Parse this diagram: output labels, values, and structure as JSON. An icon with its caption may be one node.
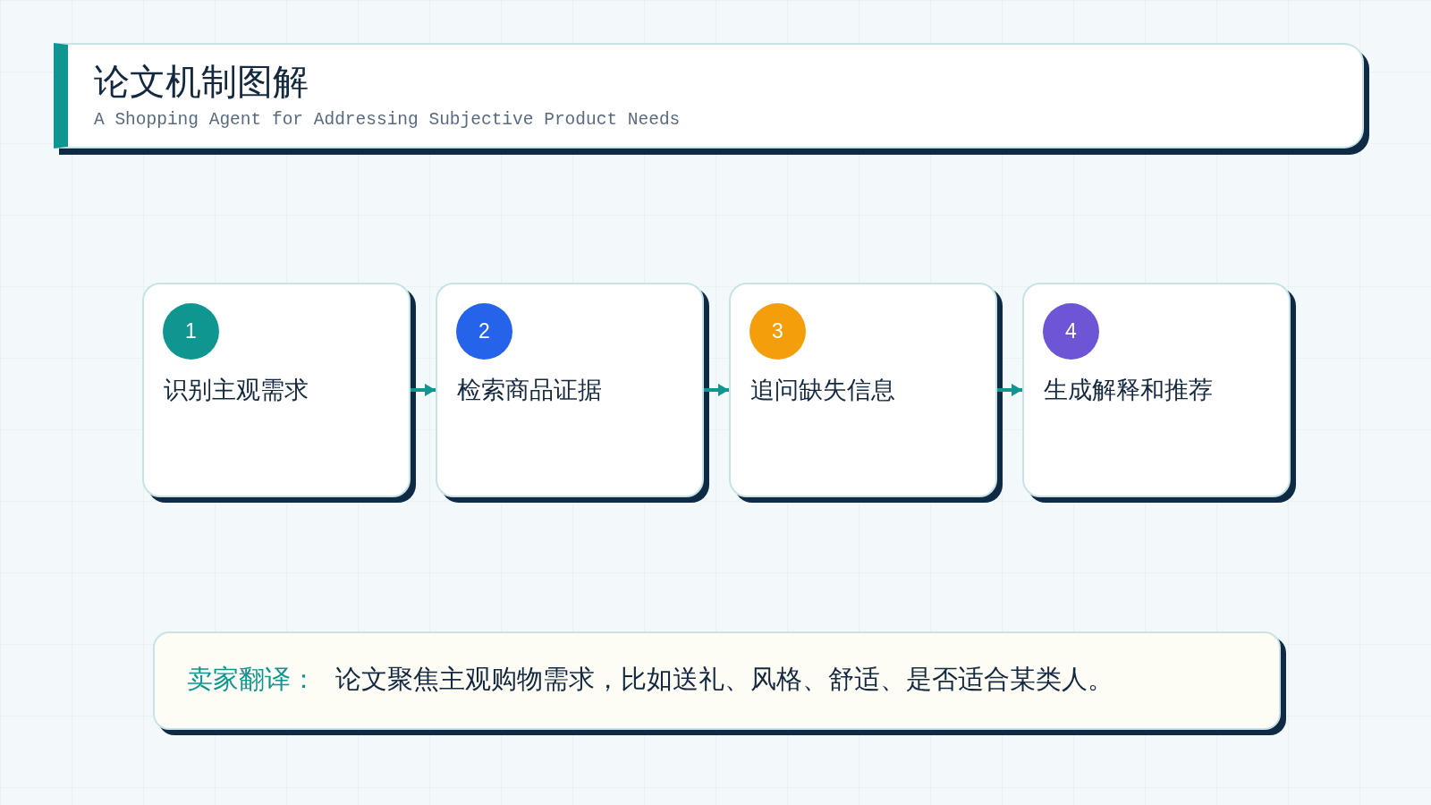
{
  "diagram": {
    "title": "论文机制图解",
    "nodes": [
      {
        "text": [
          "1",
          "识别主观需求"
        ]
      },
      {
        "text": [
          "2",
          "检索商品证据"
        ]
      },
      {
        "text": [
          "3",
          "追问缺失信息"
        ]
      },
      {
        "text": [
          "4",
          "生成解释和推荐"
        ]
      },
      {
        "text": [
          "卖家翻译：",
          "论文聚焦主观购物需求，比如送礼、风格、舒适、是否适合某类人。"
        ]
      }
    ],
    "edges": [
      {
        "from": 0,
        "to": 1,
        "arrow": "to"
      },
      {
        "from": 1,
        "to": 2,
        "arrow": "to"
      },
      {
        "from": 2,
        "to": 3,
        "arrow": "to"
      }
    ],
    "labels": [
      "A Shopping Agent for Addressing Subjective Product Needs"
    ]
  }
}
